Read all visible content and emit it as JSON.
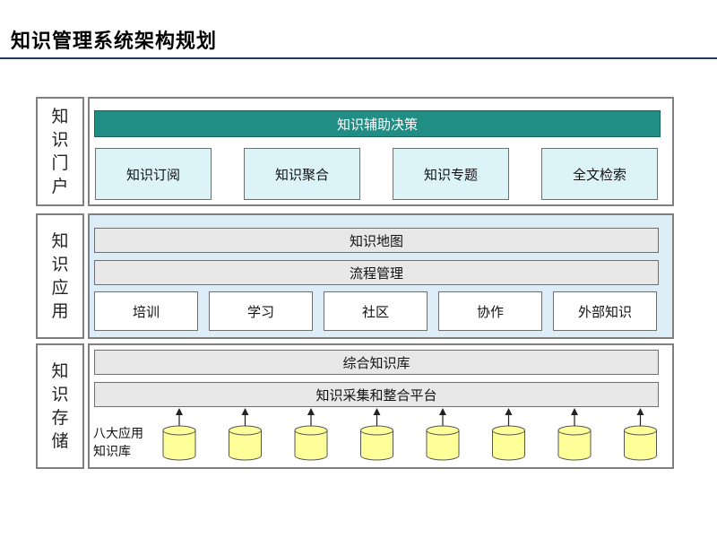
{
  "title": "知识管理系统架构规划",
  "layers": {
    "portal": {
      "label_chars": [
        "知",
        "识",
        "门",
        "户"
      ],
      "banner": "知识辅助决策",
      "items": [
        "知识订阅",
        "知识聚合",
        "知识专题",
        "全文检索"
      ]
    },
    "application": {
      "label_chars": [
        "知",
        "识",
        "应",
        "用"
      ],
      "map": "知识地图",
      "process": "流程管理",
      "items": [
        "培训",
        "学习",
        "社区",
        "协作",
        "外部知识"
      ]
    },
    "storage": {
      "label_chars": [
        "知",
        "识",
        "存",
        "储"
      ],
      "integrated_library": "综合知识库",
      "platform": "知识采集和整合平台",
      "libraries_label_lines": [
        "八大应用",
        "知识库"
      ],
      "library_count": 8
    }
  },
  "colors": {
    "banner": "#218e86",
    "portal_boxes": "#dcf3f8",
    "application_panel": "#dcedf8",
    "gray_bars": "#e8e8e8",
    "database": "#ffff99",
    "title_rule": "#1f3a5f"
  },
  "icons": {
    "database": "database-cylinder-icon",
    "arrow": "arrow-up-icon"
  }
}
